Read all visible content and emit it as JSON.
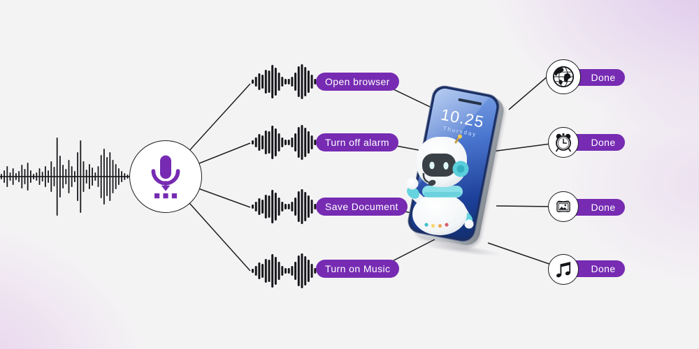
{
  "background": {
    "base": "#f4f3f4",
    "glow_top_right": "#cb9ee3",
    "glow_bottom_left": "#d6a6e5"
  },
  "colors": {
    "accent_purple": "#762bb2",
    "line": "#1d1d1f",
    "waveform": "#17171b",
    "phone_screen_blue": "#1c3f98",
    "robot_cyan": "#6fd6e0"
  },
  "input_waveform_heights": [
    8,
    18,
    30,
    12,
    24,
    10,
    16,
    34,
    22,
    40,
    18,
    8,
    12,
    24,
    14,
    30,
    18,
    44,
    28,
    112,
    60,
    34,
    22,
    48,
    30,
    16,
    70,
    104,
    44,
    20,
    36,
    26,
    12,
    30,
    62,
    80,
    56,
    70,
    48,
    36,
    24,
    16,
    10,
    6
  ],
  "command_wave_heights": [
    6,
    14,
    24,
    20,
    34,
    32,
    48,
    40,
    26,
    14,
    8,
    8,
    14,
    26,
    44,
    50,
    42,
    32,
    20,
    8
  ],
  "microphone_node": {
    "icon": "microphone-icon"
  },
  "commands": [
    {
      "label": "Open browser"
    },
    {
      "label": "Turn off alarm"
    },
    {
      "label": "Save Document"
    },
    {
      "label": "Turn on Music"
    }
  ],
  "phone": {
    "time": "10.25",
    "day": "Thursday"
  },
  "results": [
    {
      "icon": "globe-icon",
      "status": "Done"
    },
    {
      "icon": "alarm-clock-icon",
      "status": "Done"
    },
    {
      "icon": "photo-stack-icon",
      "status": "Done"
    },
    {
      "icon": "music-note-icon",
      "status": "Done"
    }
  ]
}
